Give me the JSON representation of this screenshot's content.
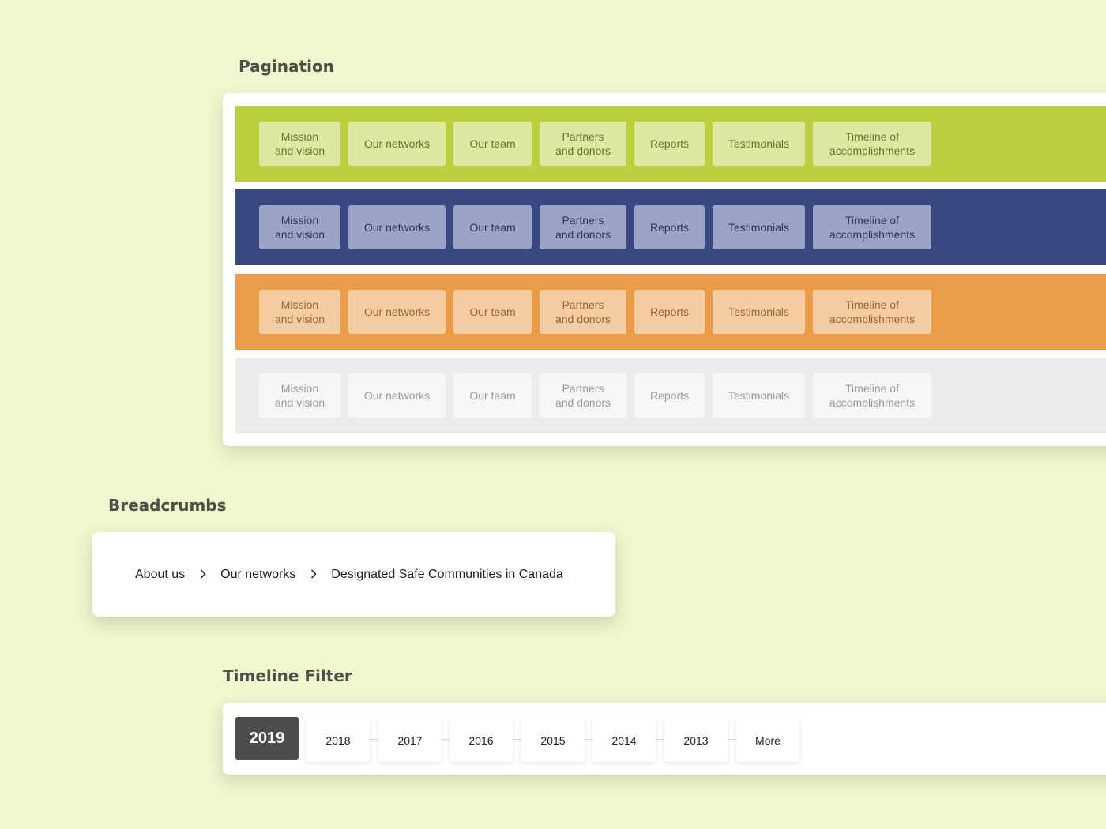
{
  "sections": {
    "pagination_title": "Pagination",
    "breadcrumbs_title": "Breadcrumbs",
    "timeline_title": "Timeline Filter"
  },
  "pagination": {
    "items": [
      "Mission\nand vision",
      "Our networks",
      "Our team",
      "Partners\nand donors",
      "Reports",
      "Testimonials",
      "Timeline of\naccomplishments"
    ],
    "themes": [
      {
        "name": "green",
        "band": "#bbcf40",
        "tab": "#dde8a0",
        "text": "#6b7330"
      },
      {
        "name": "navy",
        "band": "#394880",
        "tab": "#9ca3c5",
        "text": "#2c3563"
      },
      {
        "name": "orange",
        "band": "#ea9c48",
        "tab": "#f4cda3",
        "text": "#9a6430"
      },
      {
        "name": "gray",
        "band": "#ececec",
        "tab": "#f6f6f6",
        "text": "#9a9a9a"
      }
    ]
  },
  "breadcrumbs": {
    "items": [
      "About us",
      "Our networks",
      "Designated Safe Communities in Canada"
    ]
  },
  "timeline": {
    "active": "2019",
    "years": [
      "2018",
      "2017",
      "2016",
      "2015",
      "2014",
      "2013"
    ],
    "more_label": "More"
  }
}
